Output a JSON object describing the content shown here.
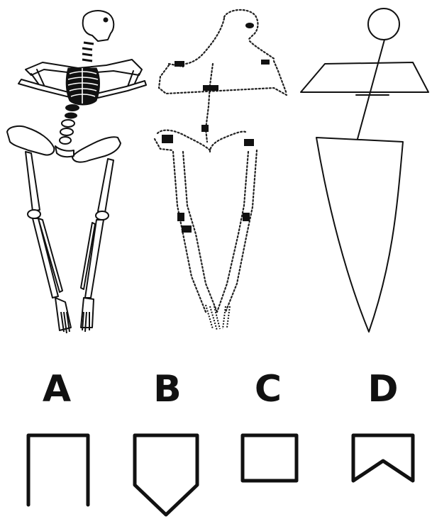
{
  "figure": {
    "panels": [
      {
        "id": "A",
        "label": "A"
      },
      {
        "id": "B",
        "label": "B"
      },
      {
        "id": "C",
        "label": "C"
      },
      {
        "id": "D",
        "label": "D"
      }
    ]
  },
  "colors": {
    "ink": "#111111",
    "background": "#ffffff"
  }
}
